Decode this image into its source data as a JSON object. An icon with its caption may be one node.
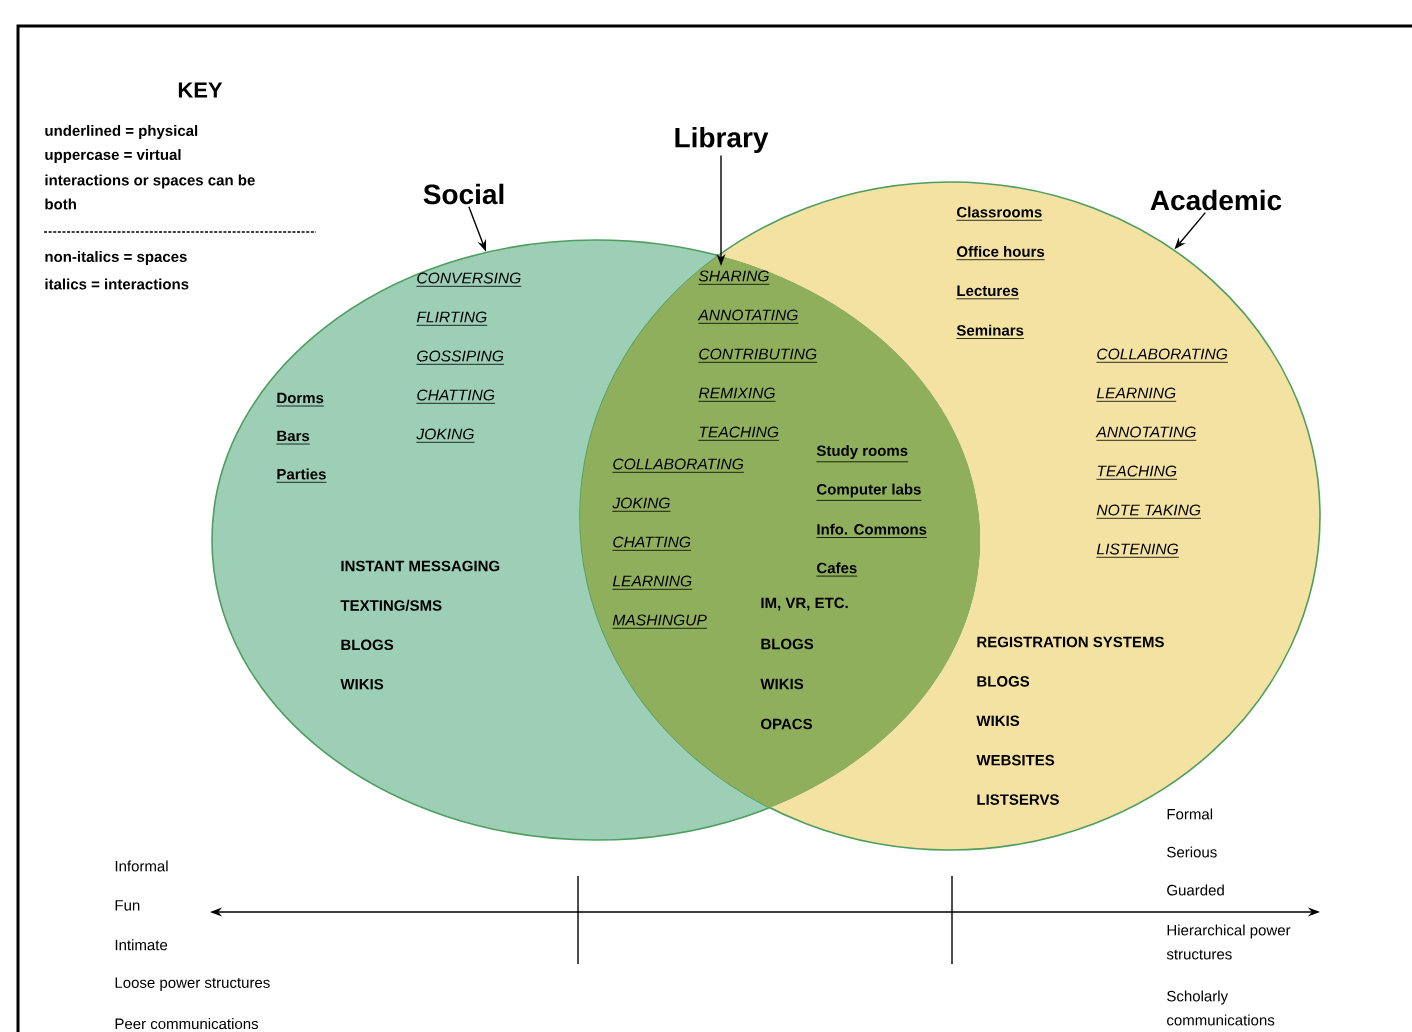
{
  "diagram": {
    "nodes": [
      {
        "text": [
          "Social"
        ]
      },
      {
        "text": [
          "Library"
        ]
      },
      {
        "text": [
          "Academic"
        ]
      },
      {
        "text": [],
        "shape": "circle"
      },
      {
        "text": [],
        "shape": "circle"
      },
      {
        "text": [],
        "shape": "lens"
      }
    ],
    "edges": [
      {
        "from": 0,
        "to": 3,
        "arrow": "to"
      },
      {
        "from": 1,
        "to": 5,
        "arrow": "to"
      },
      {
        "from": 2,
        "to": 4,
        "arrow": "to"
      }
    ],
    "labels": [
      "KEY",
      "underlined = physical",
      "uppercase = virtual",
      "interactions or spaces can be both",
      "non-italics = spaces",
      "italics = interactions",
      "CONVERSING",
      "FLIRTING",
      "GOSSIPING",
      "CHATTING",
      "JOKING",
      "SHARING",
      "ANNOTATING",
      "CONTRIBUTING",
      "REMIXING",
      "TEACHING",
      "Classrooms",
      "Office hours",
      "Lectures",
      "Seminars",
      "COLLABORATING",
      "LEARNING",
      "ANNOTATING",
      "TEACHING",
      "NOTE TAKING",
      "LISTENING",
      "Dorms",
      "Bars",
      "Parties",
      "COLLABORATING",
      "JOKING",
      "CHATTING",
      "LEARNING",
      "MASHINGUP",
      "Study rooms",
      "Computer labs",
      "Info. Commons",
      "Cafes",
      "INSTANT MESSAGING",
      "TEXTING/SMS",
      "BLOGS",
      "WIKIS",
      "IM, VR, ETC.",
      "BLOGS",
      "WIKIS",
      "OPACS",
      "REGISTRATION SYSTEMS",
      "BLOGS",
      "WIKIS",
      "WEBSITES",
      "LISTSERVS",
      "Formal",
      "Serious",
      "Guarded",
      "Hierarchical power structures",
      "Scholarly communications",
      "Informal",
      "Fun",
      "Intimate",
      "Loose power structures",
      "Peer communications"
    ]
  }
}
